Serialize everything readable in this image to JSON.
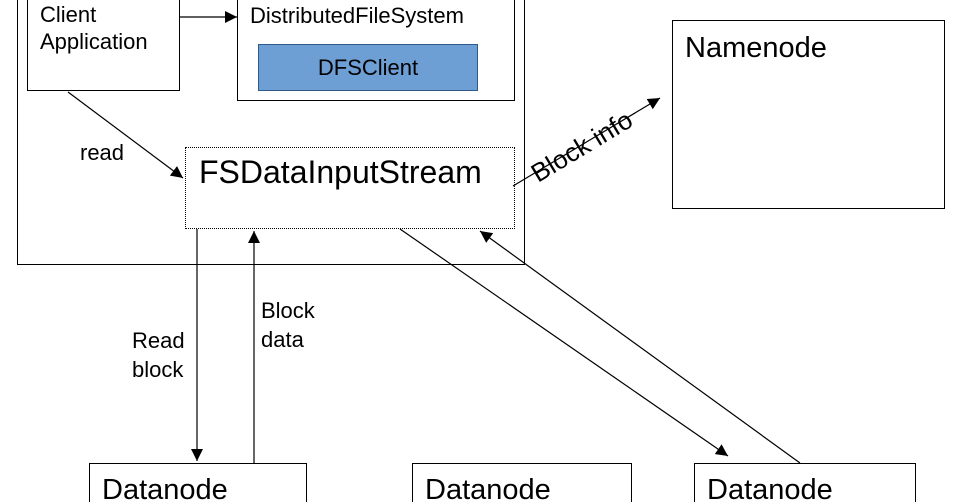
{
  "client": {
    "line1": "Client",
    "line2": "Application"
  },
  "dfs": {
    "title": "DistributedFileSystem",
    "client_label": "DFSClient"
  },
  "stream": {
    "title": "FSDataInputStream"
  },
  "namenode": {
    "title": "Namenode"
  },
  "datanodes": [
    {
      "label": "Datanode"
    },
    {
      "label": "Datanode"
    },
    {
      "label": "Datanode"
    }
  ],
  "edges": {
    "read": "read",
    "block_info": "Block info",
    "read_block_line1": "Read",
    "read_block_line2": "block",
    "block_data_line1": "Block",
    "block_data_line2": "data"
  },
  "colors": {
    "dfsclient_fill": "#6d9fd4",
    "stroke": "#000000"
  }
}
